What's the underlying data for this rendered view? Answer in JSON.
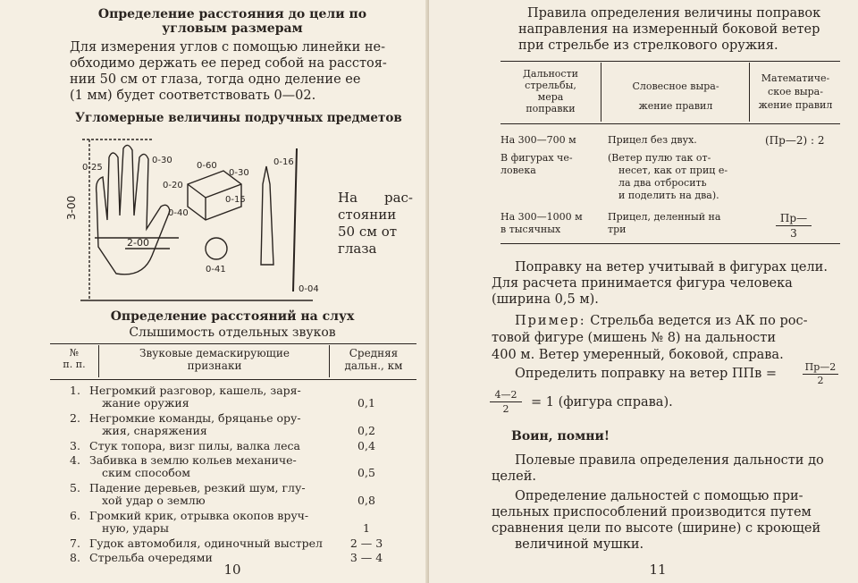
{
  "left": {
    "heading1_l1": "Определение расстояния до цели по",
    "heading1_l2": "угловым размерам",
    "para1": [
      "Для измерения углов с помощью линейки не-",
      "обходимо держать ее перед собой на расстоя-",
      "нии 50 см от глаза, тогда одно деление ее",
      "(1 мм) будет соответствовать 0—02."
    ],
    "heading2": "Угломерные величины подручных предметов",
    "figure_caption": [
      "На",
      "рас-",
      "стоянии",
      "50 см от",
      "глаза"
    ],
    "figure_labels": {
      "h300": "3-00",
      "v030": "0-30",
      "v025": "0-25",
      "v020": "0-20",
      "v040": "0-40",
      "w200": "2-00",
      "b060": "0-60",
      "b030": "0-30",
      "b015": "0-15",
      "c041": "0-41",
      "r016": "0-16",
      "r004": "0-04"
    },
    "heading3": "Определение расстояний на слух",
    "heading3_sub": "Слышимость отдельных звуков",
    "table_head": {
      "col1": [
        "№",
        "п. п."
      ],
      "col2": [
        "Звуковые демаскирующие",
        "признаки"
      ],
      "col3": [
        "Средняя",
        "дальн., км"
      ]
    },
    "table_rows": [
      {
        "n": "1.",
        "l1": "Негромкий разговор, кашель, заря-",
        "l2": "жание оружия",
        "d": "0,1"
      },
      {
        "n": "2.",
        "l1": "Негромкие команды, бряцанье ору-",
        "l2": "жия, снаряжения",
        "d": "0,2"
      },
      {
        "n": "3.",
        "l1": "Стук топора, визг пилы, валка леса",
        "l2": "",
        "d": "0,4"
      },
      {
        "n": "4.",
        "l1": "Забивка в землю кольев механиче-",
        "l2": "ским способом",
        "d": "0,5"
      },
      {
        "n": "5.",
        "l1": "Падение деревьев, резкий шум, глу-",
        "l2": "хой удар о землю",
        "d": "0,8"
      },
      {
        "n": "6.",
        "l1": "Громкий крик, отрывка окопов вруч-",
        "l2": "ную, удары",
        "d": "1"
      },
      {
        "n": "7.",
        "l1": "Гудок автомобиля, одиночный выстрел",
        "l2": "",
        "d": "2 — 3"
      },
      {
        "n": "8.",
        "l1": "Стрельба очередями",
        "l2": "",
        "d": "3 — 4"
      }
    ],
    "page_number": "10"
  },
  "right": {
    "heading_l1": "Правила определения величины поправок",
    "heading_l2": "направления на измеренный боковой ветер",
    "heading_l3": "при стрельбе из стрелкового оружия.",
    "table_head": {
      "col1": [
        "Дальности",
        "стрельбы,",
        "мера",
        "поправки"
      ],
      "col2": [
        "Словесное выра-",
        "жение правил"
      ],
      "col3": [
        "Математиче-",
        "ское выра-",
        "жение правил"
      ]
    },
    "rows": [
      {
        "c1": [
          "На 300—700 м"
        ],
        "c2": [
          "Прицел без двух."
        ],
        "c3": "(Пр—2) : 2"
      },
      {
        "c1": [
          "В фигурах че-",
          "ловека"
        ],
        "c2": [
          "(Ветер пулю так от-",
          "несет, как от приц е-",
          "ла два отбросить",
          "и поделить на два)."
        ],
        "c3": ""
      },
      {
        "c1": [
          "На 300—1000 м",
          "в тысячных"
        ],
        "c2": [
          "Прицел, деленный на",
          "три"
        ],
        "c3_num": "Пр—",
        "c3_den": "3"
      }
    ],
    "para1": [
      "Поправку на ветер учитывай в фигурах цели.",
      "Для расчета принимается фигура человека",
      "(ширина 0,5 м)."
    ],
    "example_label": "Пример:",
    "example": [
      "Стрельба ведется из АК по рос-",
      "товой фигуре (мишень № 8) на дальности",
      "400 м. Ветер умеренный, боковой, справа."
    ],
    "define_text": "Определить поправку на ветер ППв =",
    "define_num": "Пр—2",
    "define_den": "2",
    "calc_num": "4—2",
    "calc_den": "2",
    "calc_rest": "= 1 (фигура справа).",
    "remember": "Воин, помни!",
    "para2": [
      "Полевые правила определения дальности до",
      "целей."
    ],
    "para3": [
      "Определение дальностей с помощью при-",
      "цельных приспособлений производится путем",
      "сравнения цели по высоте (ширине) с кроющей",
      "величиной мушки."
    ],
    "page_number": "11"
  }
}
